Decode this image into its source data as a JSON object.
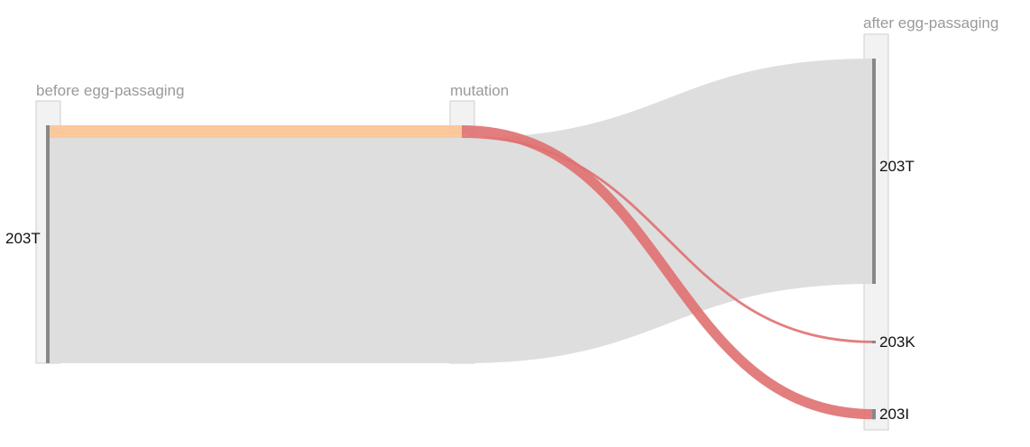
{
  "chart_data": {
    "type": "sankey",
    "columns": [
      {
        "id": "before",
        "title": "before egg-passaging"
      },
      {
        "id": "mutation",
        "title": "mutation"
      },
      {
        "id": "after",
        "title": "after egg-passaging"
      }
    ],
    "nodes": [
      {
        "id": "before_203T",
        "column": "before",
        "label": "203T"
      },
      {
        "id": "after_203T",
        "column": "after",
        "label": "203T"
      },
      {
        "id": "after_203K",
        "column": "after",
        "label": "203K"
      },
      {
        "id": "after_203I",
        "column": "after",
        "label": "203I"
      }
    ],
    "flows": [
      {
        "from": "before_203T",
        "to": "after_203T",
        "value": 89,
        "highlight": false
      },
      {
        "from": "before_203T",
        "to": "after_203I",
        "value": 4,
        "highlight": true
      },
      {
        "from": "before_203T",
        "to": "after_203K",
        "value": 1,
        "highlight": true
      }
    ],
    "colors": {
      "neutral_flow": "#dcdcdc",
      "mutation_flow": "#e07070",
      "highlight_band": "#fbc89c",
      "node_bar": "#888888"
    }
  }
}
